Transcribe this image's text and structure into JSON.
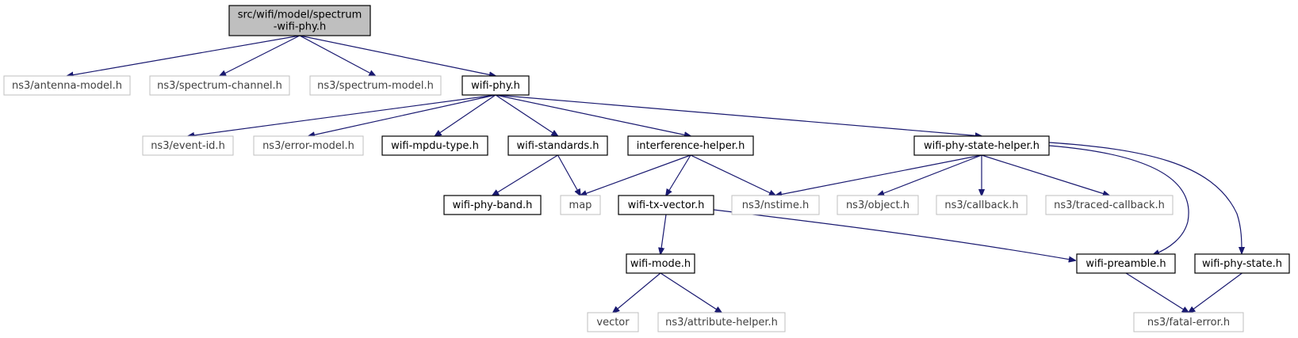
{
  "diagram": {
    "type": "include-dependency-graph",
    "colors": {
      "edge": "#191970",
      "root_fill": "#bfbfbf",
      "border_normal": "#000000",
      "border_external": "#bfbfbf",
      "text_normal": "#000000",
      "text_external": "#404040"
    },
    "nodes": [
      {
        "id": "root",
        "lines": [
          "src/wifi/model/spectrum",
          "-wifi-phy.h"
        ],
        "kind": "root"
      },
      {
        "id": "antenna",
        "lines": [
          "ns3/antenna-model.h"
        ],
        "kind": "external"
      },
      {
        "id": "spectrum-channel",
        "lines": [
          "ns3/spectrum-channel.h"
        ],
        "kind": "external"
      },
      {
        "id": "spectrum-model",
        "lines": [
          "ns3/spectrum-model.h"
        ],
        "kind": "external"
      },
      {
        "id": "wifi-phy",
        "lines": [
          "wifi-phy.h"
        ],
        "kind": "normal"
      },
      {
        "id": "event-id",
        "lines": [
          "ns3/event-id.h"
        ],
        "kind": "external"
      },
      {
        "id": "error-model",
        "lines": [
          "ns3/error-model.h"
        ],
        "kind": "external"
      },
      {
        "id": "mpdu-type",
        "lines": [
          "wifi-mpdu-type.h"
        ],
        "kind": "normal"
      },
      {
        "id": "standards",
        "lines": [
          "wifi-standards.h"
        ],
        "kind": "normal"
      },
      {
        "id": "interference",
        "lines": [
          "interference-helper.h"
        ],
        "kind": "normal"
      },
      {
        "id": "state-helper",
        "lines": [
          "wifi-phy-state-helper.h"
        ],
        "kind": "normal"
      },
      {
        "id": "phy-band",
        "lines": [
          "wifi-phy-band.h"
        ],
        "kind": "normal"
      },
      {
        "id": "map",
        "lines": [
          "map"
        ],
        "kind": "external"
      },
      {
        "id": "tx-vector",
        "lines": [
          "wifi-tx-vector.h"
        ],
        "kind": "normal"
      },
      {
        "id": "nstime",
        "lines": [
          "ns3/nstime.h"
        ],
        "kind": "external"
      },
      {
        "id": "object",
        "lines": [
          "ns3/object.h"
        ],
        "kind": "external"
      },
      {
        "id": "callback",
        "lines": [
          "ns3/callback.h"
        ],
        "kind": "external"
      },
      {
        "id": "traced-callback",
        "lines": [
          "ns3/traced-callback.h"
        ],
        "kind": "external"
      },
      {
        "id": "wifi-mode",
        "lines": [
          "wifi-mode.h"
        ],
        "kind": "normal"
      },
      {
        "id": "preamble",
        "lines": [
          "wifi-preamble.h"
        ],
        "kind": "normal"
      },
      {
        "id": "phy-state",
        "lines": [
          "wifi-phy-state.h"
        ],
        "kind": "normal"
      },
      {
        "id": "vector",
        "lines": [
          "vector"
        ],
        "kind": "external"
      },
      {
        "id": "attribute-helper",
        "lines": [
          "ns3/attribute-helper.h"
        ],
        "kind": "external"
      },
      {
        "id": "fatal-error",
        "lines": [
          "ns3/fatal-error.h"
        ],
        "kind": "external"
      }
    ],
    "edges": [
      {
        "from": "root",
        "to": "antenna"
      },
      {
        "from": "root",
        "to": "spectrum-channel"
      },
      {
        "from": "root",
        "to": "spectrum-model"
      },
      {
        "from": "root",
        "to": "wifi-phy"
      },
      {
        "from": "wifi-phy",
        "to": "event-id"
      },
      {
        "from": "wifi-phy",
        "to": "error-model"
      },
      {
        "from": "wifi-phy",
        "to": "mpdu-type"
      },
      {
        "from": "wifi-phy",
        "to": "standards"
      },
      {
        "from": "wifi-phy",
        "to": "interference"
      },
      {
        "from": "wifi-phy",
        "to": "state-helper"
      },
      {
        "from": "standards",
        "to": "phy-band"
      },
      {
        "from": "standards",
        "to": "map"
      },
      {
        "from": "interference",
        "to": "map"
      },
      {
        "from": "interference",
        "to": "tx-vector"
      },
      {
        "from": "interference",
        "to": "nstime"
      },
      {
        "from": "state-helper",
        "to": "nstime"
      },
      {
        "from": "state-helper",
        "to": "object"
      },
      {
        "from": "state-helper",
        "to": "callback"
      },
      {
        "from": "state-helper",
        "to": "traced-callback"
      },
      {
        "from": "state-helper",
        "to": "preamble"
      },
      {
        "from": "state-helper",
        "to": "phy-state"
      },
      {
        "from": "tx-vector",
        "to": "wifi-mode"
      },
      {
        "from": "tx-vector",
        "to": "preamble"
      },
      {
        "from": "wifi-mode",
        "to": "vector"
      },
      {
        "from": "wifi-mode",
        "to": "attribute-helper"
      },
      {
        "from": "preamble",
        "to": "fatal-error"
      },
      {
        "from": "phy-state",
        "to": "fatal-error"
      }
    ]
  }
}
